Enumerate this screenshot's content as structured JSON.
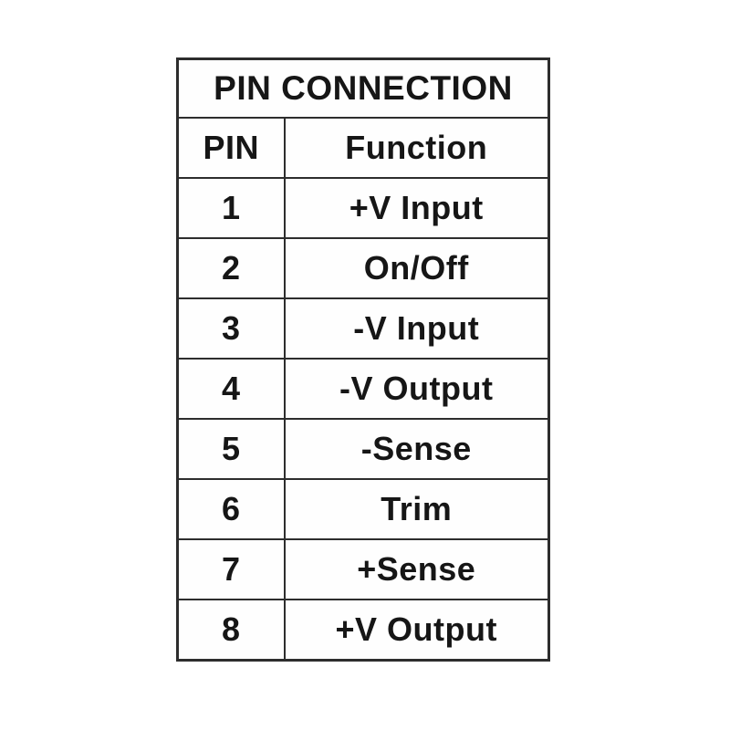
{
  "table": {
    "title": "PIN CONNECTION",
    "columns": {
      "pin": "PIN",
      "function": "Function"
    },
    "rows": [
      {
        "pin": "1",
        "function": "+V Input"
      },
      {
        "pin": "2",
        "function": "On/Off"
      },
      {
        "pin": "3",
        "function": "-V Input"
      },
      {
        "pin": "4",
        "function": "-V Output"
      },
      {
        "pin": "5",
        "function": "-Sense"
      },
      {
        "pin": "6",
        "function": "Trim"
      },
      {
        "pin": "7",
        "function": "+Sense"
      },
      {
        "pin": "8",
        "function": "+V Output"
      }
    ],
    "colors": {
      "border": "#2d2d2d",
      "text": "#161616",
      "background": "#ffffff"
    }
  }
}
